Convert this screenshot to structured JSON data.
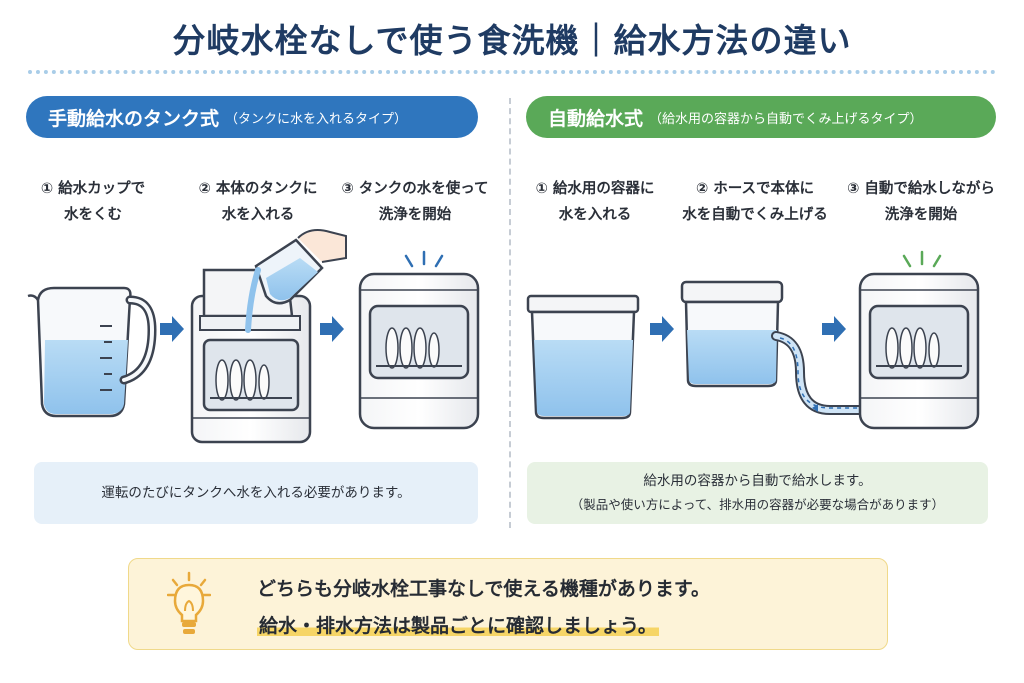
{
  "title": "分岐水栓なしで使う食洗機｜給水方法の違い",
  "left": {
    "header_main": "手動給水のタンク式",
    "header_sub": "（タンクに水を入れるタイプ）",
    "steps": [
      {
        "line1": "① 給水カップで",
        "line2": "水をくむ"
      },
      {
        "line1": "② 本体のタンクに",
        "line2": "水を入れる"
      },
      {
        "line1": "③ タンクの水を使って",
        "line2": "洗浄を開始"
      }
    ],
    "note": "運転のたびにタンクへ水を入れる必要があります。"
  },
  "right": {
    "header_main": "自動給水式",
    "header_sub": "（給水用の容器から自動でくみ上げるタイプ）",
    "steps": [
      {
        "line1": "① 給水用の容器に",
        "line2": "水を入れる"
      },
      {
        "line1": "② ホースで本体に",
        "line2": "水を自動でくみ上げる"
      },
      {
        "line1": "③ 自動で給水しながら",
        "line2": "洗浄を開始"
      }
    ],
    "note_line1": "給水用の容器から自動で給水します。",
    "note_line2": "（製品や使い方によって、排水用の容器が必要な場合があります）"
  },
  "tip": {
    "line1": "どちらも分岐水栓工事なしで使える機種があります。",
    "line2": "給水・排水方法は製品ごとに確認しましょう。"
  },
  "colors": {
    "title": "#1f3b63",
    "blue_header": "#2f76be",
    "green_header": "#5aa958",
    "water": "#9cc9ee",
    "arrow": "#2f6fb3",
    "tip_bg": "#fdf3d8",
    "tip_highlight": "#f6d566"
  },
  "icons": [
    "arrow-right-icon",
    "lightbulb-icon",
    "measuring-cup-icon",
    "dishwasher-icon",
    "water-container-icon",
    "hose-icon"
  ]
}
